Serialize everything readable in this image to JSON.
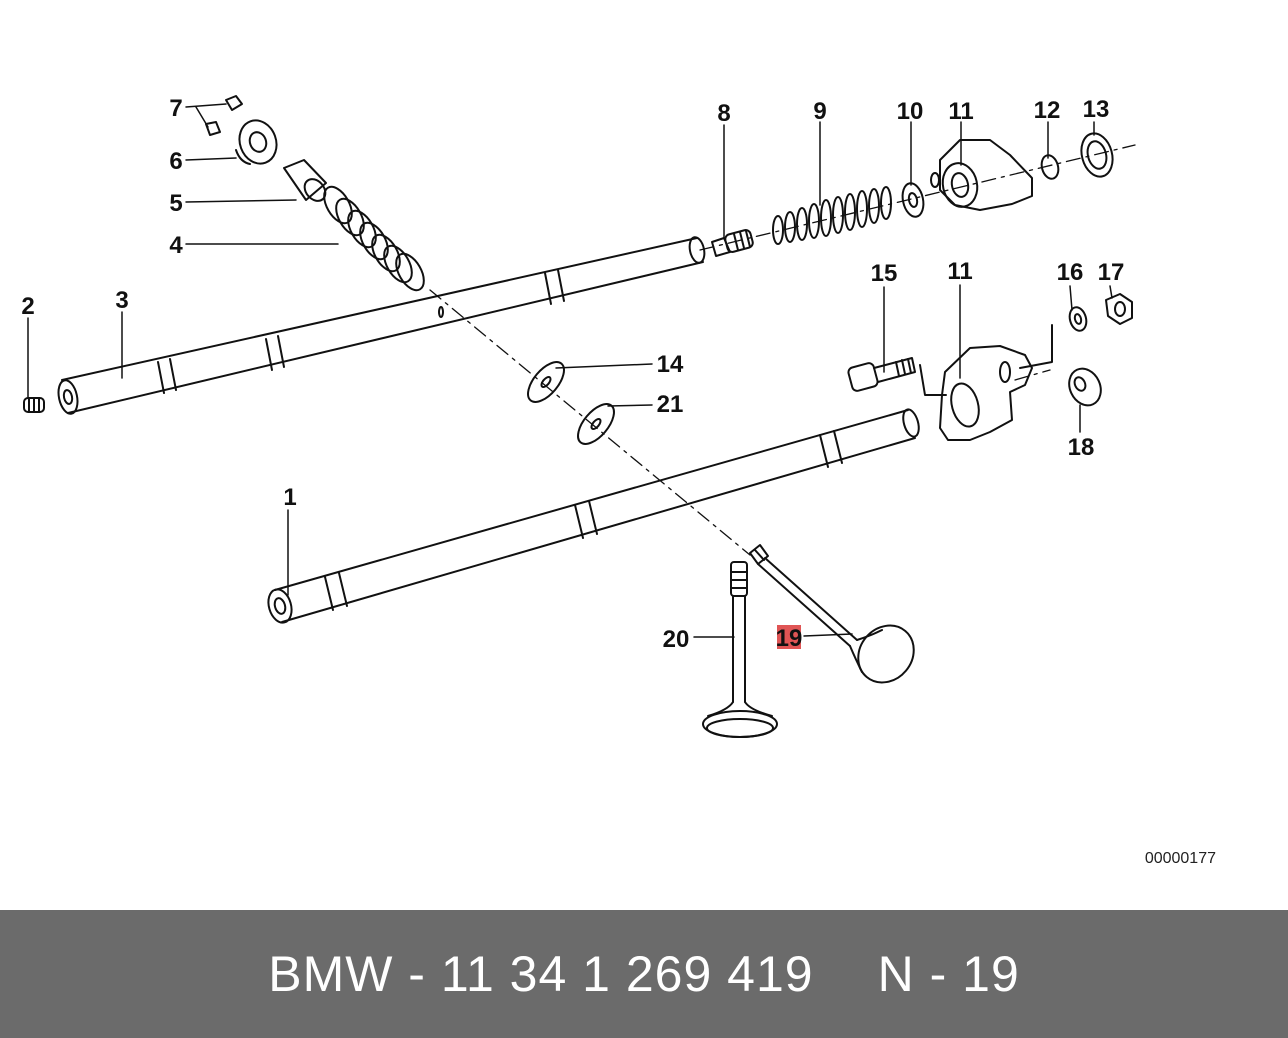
{
  "callouts": {
    "c1": "1",
    "c2": "2",
    "c3": "3",
    "c4": "4",
    "c5": "5",
    "c6": "6",
    "c7": "7",
    "c8": "8",
    "c9": "9",
    "c10": "10",
    "c11a": "11",
    "c11b": "11",
    "c12": "12",
    "c13": "13",
    "c14": "14",
    "c15": "15",
    "c16": "16",
    "c17": "17",
    "c18": "18",
    "c19": "19",
    "c20": "20",
    "c21": "21"
  },
  "highlighted_callout": "19",
  "reference_code": "00000177",
  "footer": {
    "part_label": "BMW - 11 34 1 269 419",
    "position_label": "N - 19"
  },
  "colors": {
    "line": "#111111",
    "highlight": "#e05555",
    "footer_bg": "#6b6b6b",
    "footer_text": "#ffffff"
  }
}
